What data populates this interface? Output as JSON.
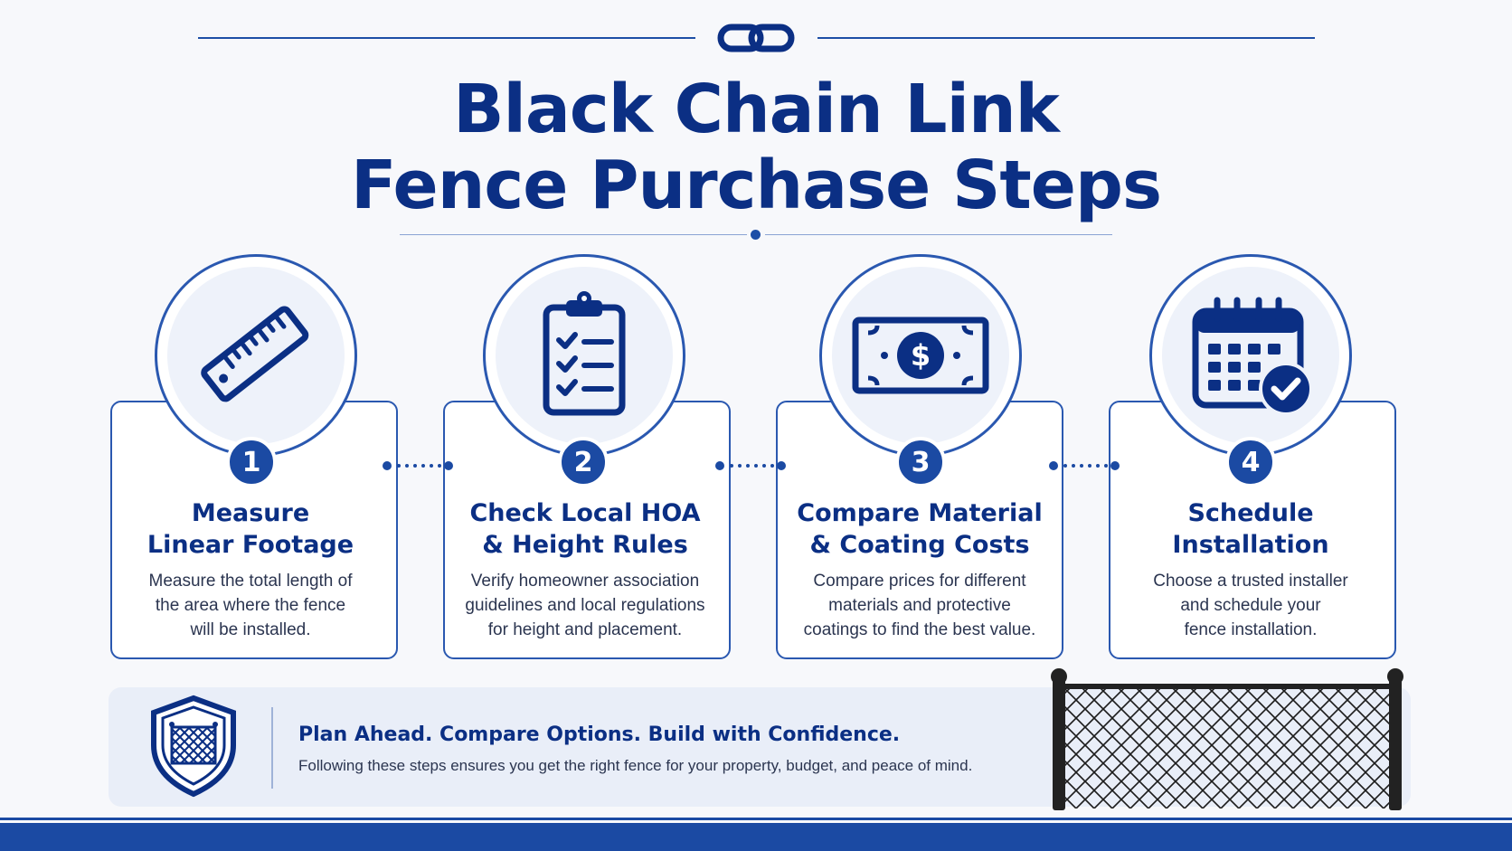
{
  "header": {
    "title_line1": "Black Chain Link",
    "title_line2": "Fence Purchase Steps"
  },
  "steps": [
    {
      "number": "1",
      "icon": "ruler-icon",
      "title_line1": "Measure",
      "title_line2": "Linear Footage",
      "desc_line1": "Measure the total length of",
      "desc_line2": "the area where the fence",
      "desc_line3": "will be installed."
    },
    {
      "number": "2",
      "icon": "clipboard-checklist-icon",
      "title_line1": "Check Local HOA",
      "title_line2": "& Height Rules",
      "desc_line1": "Verify homeowner association",
      "desc_line2": "guidelines and local regulations",
      "desc_line3": "for height and placement."
    },
    {
      "number": "3",
      "icon": "money-bill-icon",
      "title_line1": "Compare Material",
      "title_line2": "& Coating Costs",
      "desc_line1": "Compare prices for different",
      "desc_line2": "materials and protective",
      "desc_line3": "coatings to find the best value."
    },
    {
      "number": "4",
      "icon": "calendar-check-icon",
      "title_line1": "Schedule",
      "title_line2": "Installation",
      "desc_line1": "Choose a trusted installer",
      "desc_line2": "and schedule your",
      "desc_line3": "fence installation."
    }
  ],
  "banner": {
    "title": "Plan Ahead. Compare Options. Build with Confidence.",
    "text": "Following these steps ensures you get the right fence for your property, budget, and peace of mind."
  },
  "colors": {
    "primary": "#0b2f84",
    "accent": "#1b4aa3",
    "card_border": "#2a58b0",
    "banner_bg": "#e9eef8"
  }
}
